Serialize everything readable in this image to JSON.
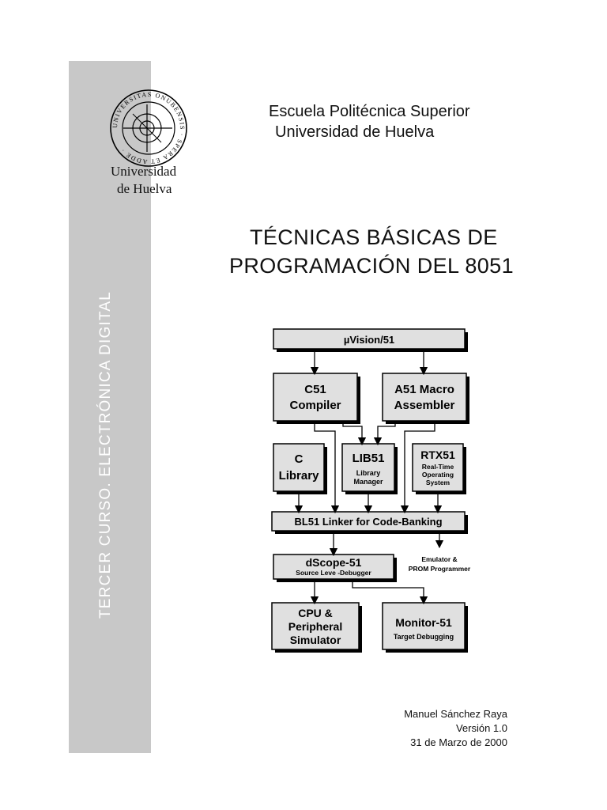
{
  "sidebar": {
    "vertical_text": "TERCER CURSO. ELECTRÓNICA DIGITAL"
  },
  "logo": {
    "ring_text": "UNIVERSITAS ONUBENSIS · SPERA ET ADDE ·",
    "name_line1": "Universidad",
    "name_line2": "de Huelva"
  },
  "header": {
    "school": "Escuela Politécnica Superior",
    "university": "Universidad de Huelva"
  },
  "title": {
    "line1": "TÉCNICAS BÁSICAS DE",
    "line2": "PROGRAMACIÓN DEL 8051"
  },
  "diagram": {
    "uvision": "µVision/51",
    "c51_l1": "C51",
    "c51_l2": "Compiler",
    "a51_l1": "A51 Macro",
    "a51_l2": "Assembler",
    "clib_l1": "C",
    "clib_l2": "Library",
    "lib51_l1": "LIB51",
    "lib51_l2": "Library",
    "lib51_l3": "Manager",
    "rtx51_l1": "RTX51",
    "rtx51_l2": "Real-Time",
    "rtx51_l3": "Operating",
    "rtx51_l4": "System",
    "linker": "BL51  Linker  for Code-Banking",
    "dscope_l1": "dScope-51",
    "dscope_l2": "Source Leve -Debugger",
    "emu_l1": "Emulator &",
    "emu_l2": "PROM Programmer",
    "cpu_l1": "CPU &",
    "cpu_l2": "Peripheral",
    "cpu_l3": "Simulator",
    "mon_l1": "Monitor-51",
    "mon_l2": "Target Debugging"
  },
  "footer": {
    "author": "Manuel Sánchez Raya",
    "version": "Versión 1.0",
    "date": "31 de Marzo de 2000"
  }
}
